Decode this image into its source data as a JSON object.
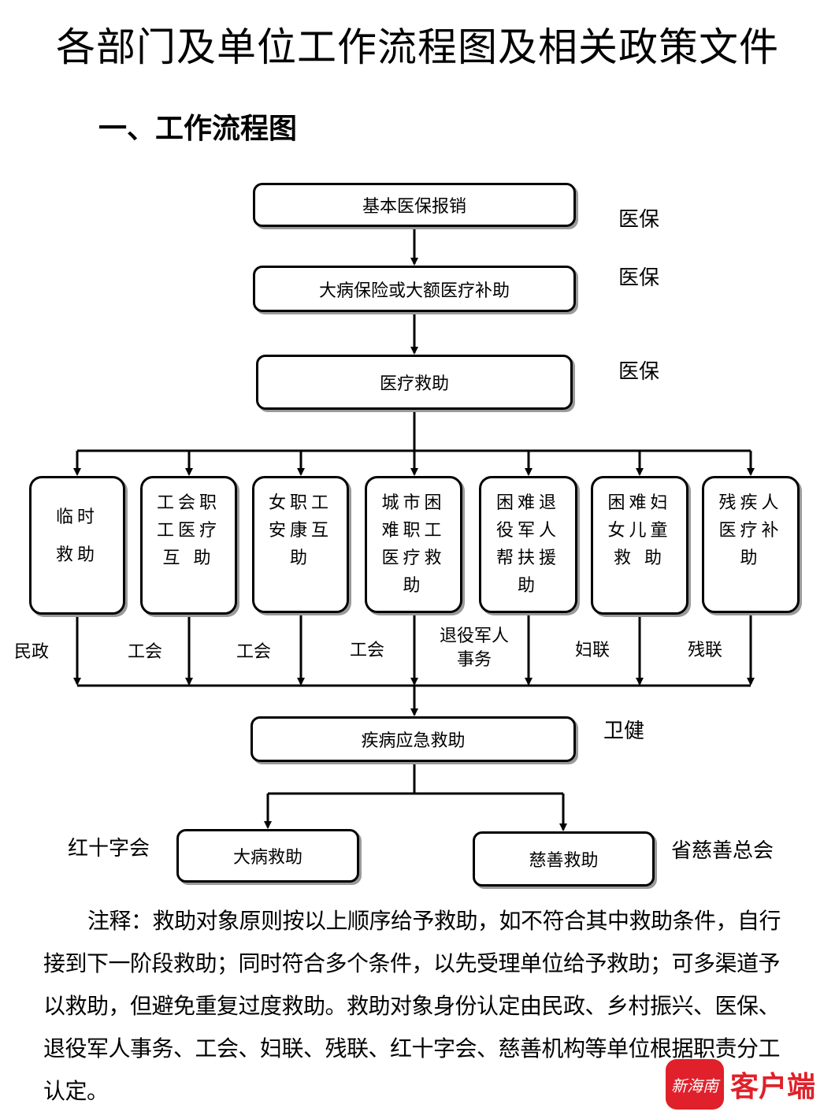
{
  "title": "各部门及单位工作流程图及相关政策文件",
  "section_heading": "一、工作流程图",
  "flow": {
    "stages": [
      {
        "label": "基本医保报销",
        "dept": "医保"
      },
      {
        "label": "大病保险或大额医疗补助",
        "dept": "医保"
      },
      {
        "label": "医疗救助",
        "dept": "医保"
      }
    ],
    "branches": [
      {
        "label": "临时\n救助",
        "dept": "民政"
      },
      {
        "label": "工会职\n工医疗\n互  助",
        "dept": "工会"
      },
      {
        "label": "女职工\n安康互\n助",
        "dept": "工会"
      },
      {
        "label": "城市困\n难职工\n医疗救\n助",
        "dept": "工会"
      },
      {
        "label": "困难退\n役军人\n帮扶援\n助",
        "dept": "退役军人\n事务"
      },
      {
        "label": "困难妇\n女儿童\n救  助",
        "dept": "妇联"
      },
      {
        "label": "残疾人\n医疗补\n助",
        "dept": "残联"
      }
    ],
    "emergency": {
      "label": "疾病应急救助",
      "dept": "卫健"
    },
    "final": [
      {
        "label": "大病救助",
        "dept": "红十字会"
      },
      {
        "label": "慈善救助",
        "dept": "省慈善总会"
      }
    ]
  },
  "note": "注释：救助对象原则按以上顺序给予救助，如不符合其中救助条件，自行接到下一阶段救助；同时符合多个条件，以先受理单位给予救助；可多渠道予以救助，但避免重复过度救助。救助对象身份认定由民政、乡村振兴、医保、退役军人事务、工会、妇联、残联、红十字会、慈善机构等单位根据职责分工认定。",
  "watermark": {
    "logo_text": "新海南",
    "text": "客户端"
  },
  "colors": {
    "watermark": "#e0202a",
    "line": "#000000",
    "shadow": "#9a9a9a"
  }
}
